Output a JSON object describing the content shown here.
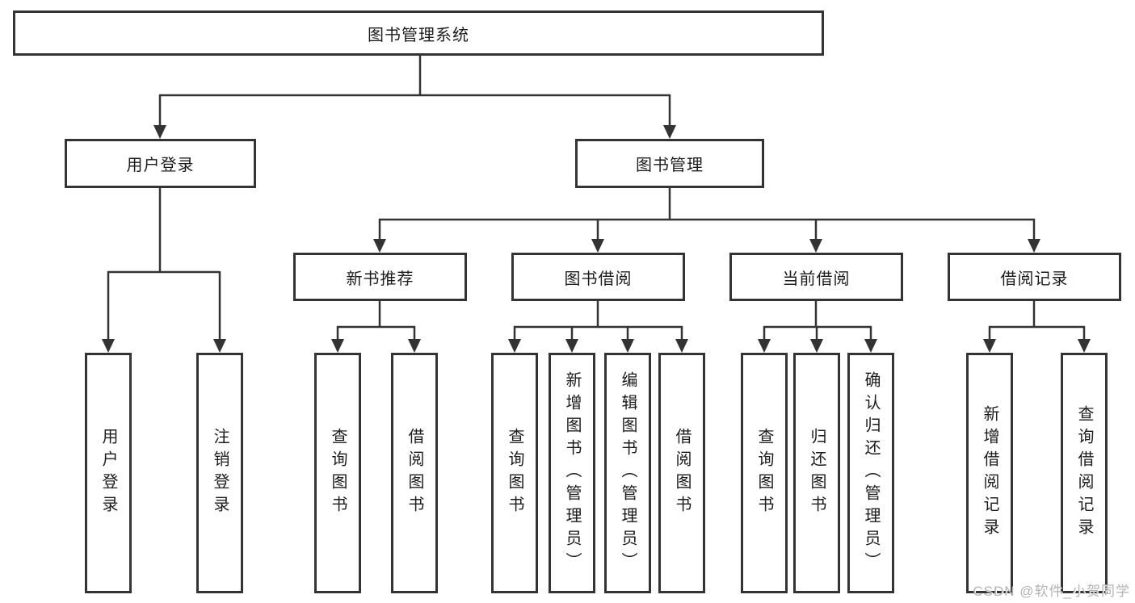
{
  "root": {
    "label": "图书管理系统"
  },
  "level2": [
    {
      "label": "用户登录"
    },
    {
      "label": "图书管理"
    }
  ],
  "level3": [
    {
      "label": "新书推荐"
    },
    {
      "label": "图书借阅"
    },
    {
      "label": "当前借阅"
    },
    {
      "label": "借阅记录"
    }
  ],
  "leaves": {
    "user_login": [
      "用户登录",
      "注销登录"
    ],
    "new_book_recommend": [
      "查询图书",
      "借阅图书"
    ],
    "book_borrow": [
      "查询图书",
      "新增图书（管理员）",
      "编辑图书（管理员）",
      "借阅图书"
    ],
    "current_borrow": [
      "查询图书",
      "归还图书",
      "确认归还（管理员）"
    ],
    "borrow_record": [
      "新增借阅记录",
      "查询借阅记录"
    ]
  },
  "watermark": "CSDN @软件_小贺同学",
  "colors": {
    "line": "#333333",
    "box_border": "#333333",
    "text": "#1c1c1c",
    "watermark": "#b3b3b3",
    "background": "#ffffff"
  }
}
